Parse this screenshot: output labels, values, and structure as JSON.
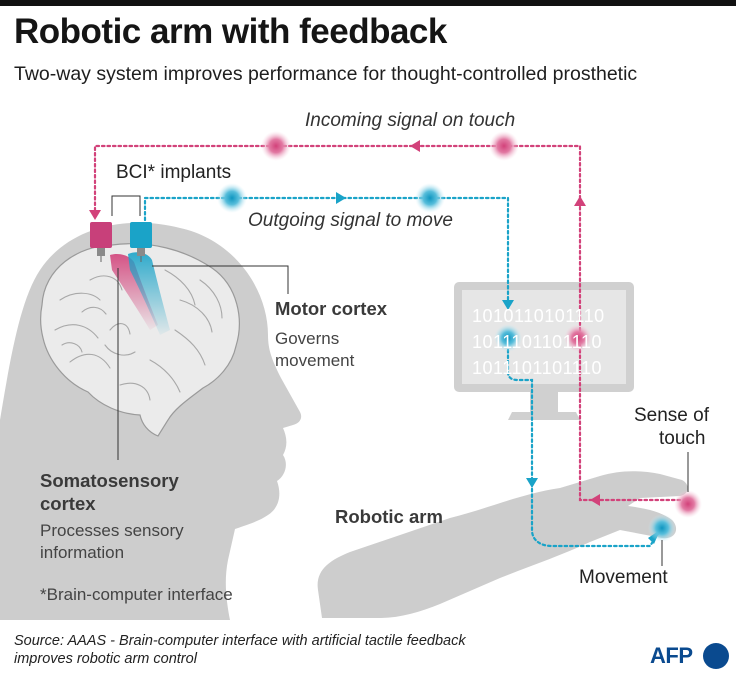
{
  "title": "Robotic arm with feedback",
  "subtitle": "Two-way system improves performance for thought-controlled prosthetic",
  "labels": {
    "incoming": "Incoming signal on touch",
    "outgoing": "Outgoing signal to move",
    "bci": "BCI* implants",
    "motor_title": "Motor cortex",
    "motor_desc_1": "Governs",
    "motor_desc_2": "movement",
    "somato_title_1": "Somatosensory",
    "somato_title_2": "cortex",
    "somato_desc_1": "Processes sensory",
    "somato_desc_2": "information",
    "footnote": "*Brain-computer interface",
    "robotic_arm": "Robotic arm",
    "sense_1": "Sense of",
    "sense_2": "touch",
    "movement": "Movement"
  },
  "screen_code": [
    "1010110101110",
    "1011101101110",
    "1011101101110"
  ],
  "source": {
    "line1": "Source: AAAS - Brain-computer interface with artificial tactile feedback",
    "line2": "improves robotic arm control"
  },
  "logo": "AFP",
  "colors": {
    "incoming": "#d2427a",
    "outgoing": "#1aa3c8",
    "silhouette": "#cdcdcd",
    "monitor": "#d0d0d0"
  }
}
